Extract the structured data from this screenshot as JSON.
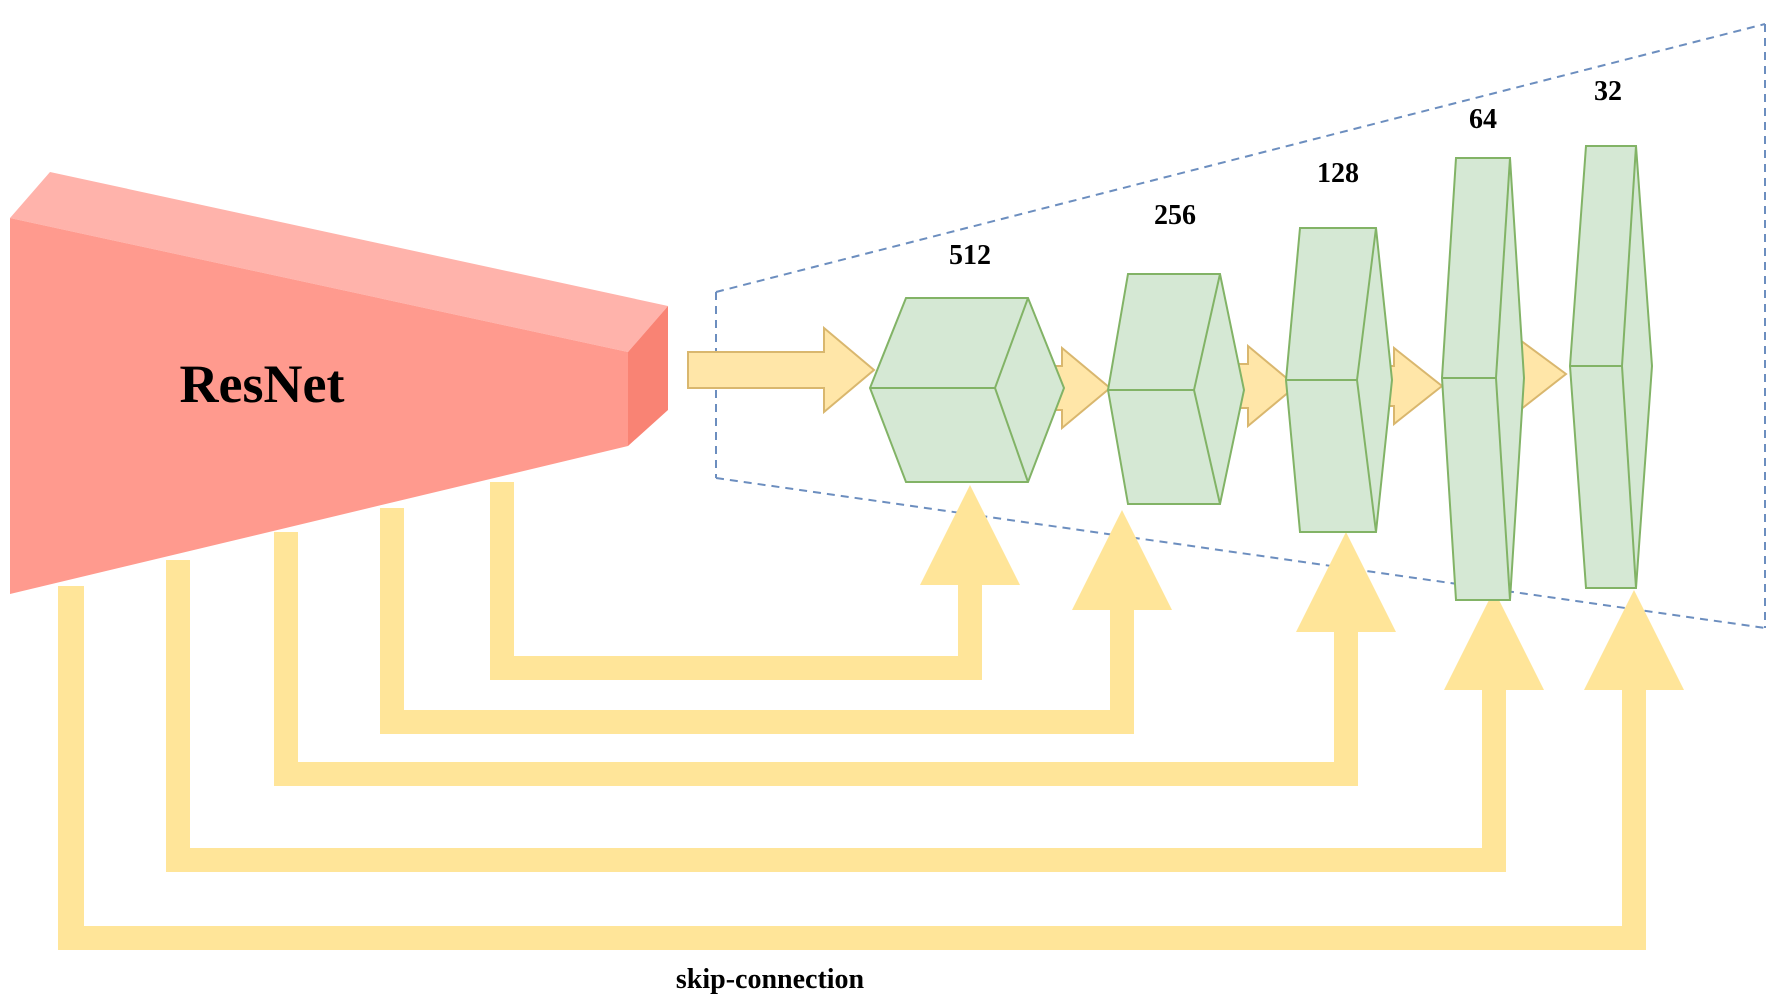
{
  "encoder": {
    "label": "ResNet"
  },
  "decoder": {
    "blocks": [
      {
        "label": "512"
      },
      {
        "label": "256"
      },
      {
        "label": "128"
      },
      {
        "label": "64"
      },
      {
        "label": "32"
      }
    ]
  },
  "skip_label": "skip-connection",
  "colors": {
    "encoder": "#ff9a8e",
    "block": "#d5e8d4",
    "block_stroke": "#82b366",
    "arrow": "#ffe599",
    "dashed_outline": "#6c8ebf"
  }
}
